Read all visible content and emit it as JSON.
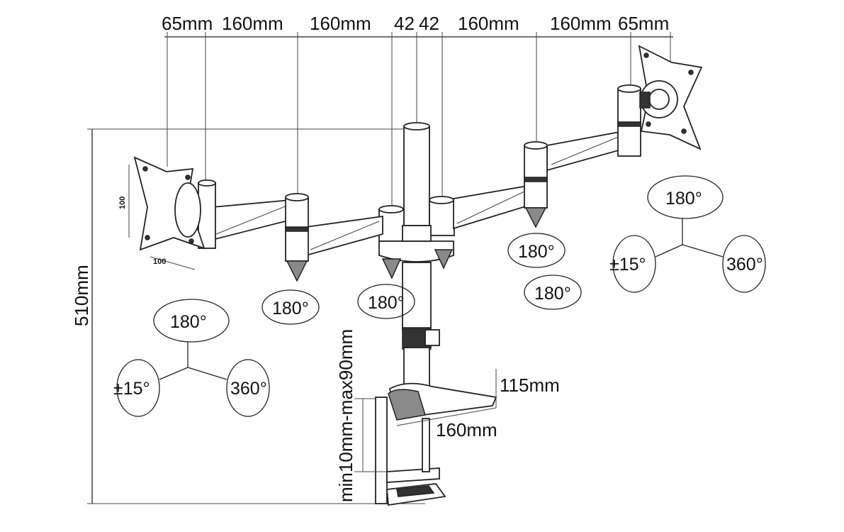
{
  "top_dims": [
    "65mm",
    "160mm",
    "160mm",
    "42",
    "42",
    "160mm",
    "160mm",
    "65mm"
  ],
  "height_dim": "510mm",
  "clamp_range": "min10mm-max90mm",
  "base_depth": "115mm",
  "base_width": "160mm",
  "vesa_w": "100",
  "vesa_h": "100",
  "rotations": {
    "left_tilt": "180°",
    "left_pitch": "±15°",
    "left_swivel": "360°",
    "joint_left": "180°",
    "joint_center": "180°",
    "joint_right_a": "180°",
    "joint_right_b": "180°",
    "right_tilt": "180°",
    "right_pitch": "±15°",
    "right_swivel": "360°"
  }
}
